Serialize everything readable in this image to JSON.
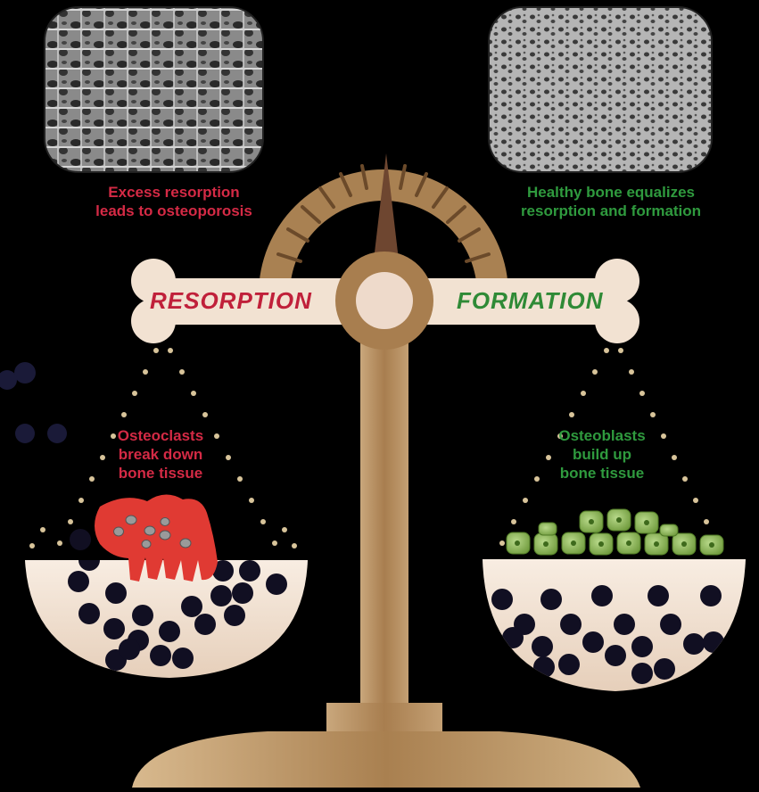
{
  "colors": {
    "background": "#000000",
    "resorption_red": "#d42a45",
    "formation_green": "#2f9a3e",
    "bone_cream": "#f2e2d2",
    "bronze": "#b08758",
    "bronze_dark": "#8a6640"
  },
  "images": {
    "left": "osteoporotic-bone-micrograph",
    "right": "healthy-bone-micrograph"
  },
  "captions": {
    "left": [
      "Excess resorption",
      "leads to osteoporosis"
    ],
    "right": [
      "Healthy bone equalizes",
      "resorption and formation"
    ]
  },
  "arm_labels": {
    "left": "RESORPTION",
    "right": "FORMATION"
  },
  "cell_labels": {
    "left": [
      "Osteoclasts",
      "break down",
      "bone tissue"
    ],
    "right": [
      "Osteoblasts",
      "build up",
      "bone tissue"
    ]
  }
}
